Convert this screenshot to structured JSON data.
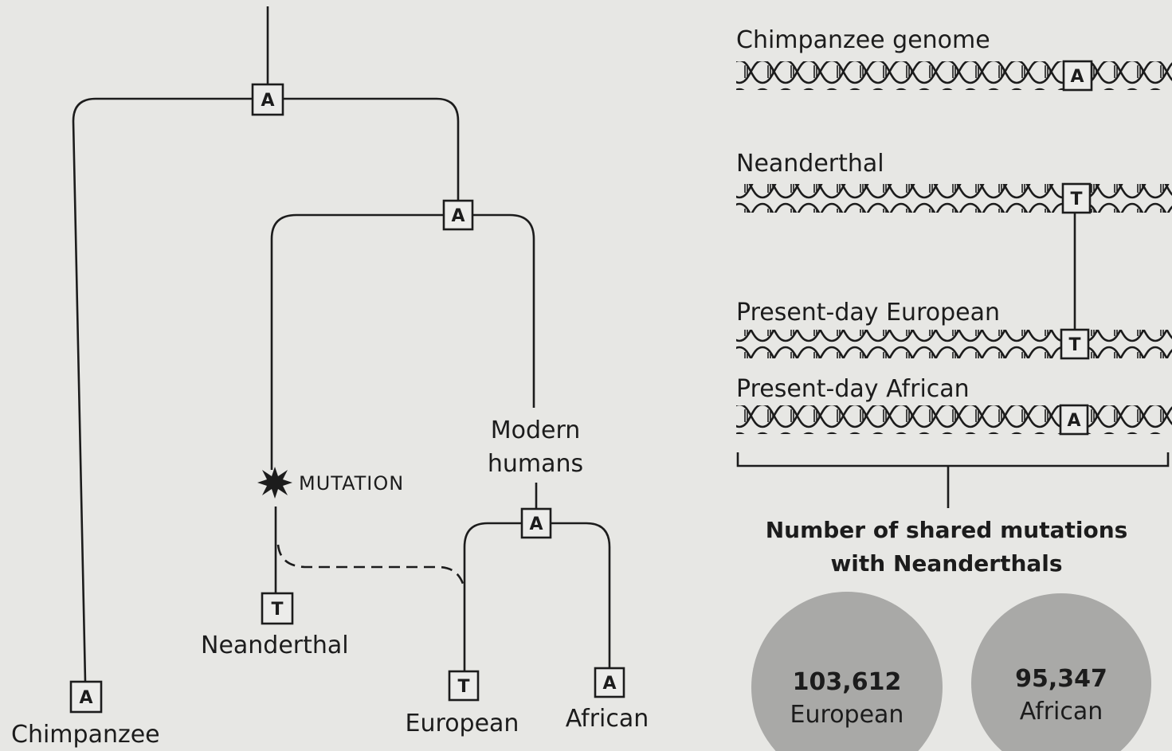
{
  "tree": {
    "labels": {
      "chimpanzee": "Chimpanzee",
      "neanderthal": "Neanderthal",
      "modern_line1": "Modern",
      "modern_line2": "humans",
      "european": "European",
      "african": "African",
      "mutation": "MUTATION"
    },
    "bases": {
      "root": "A",
      "human_neanderthal_ancestor": "A",
      "modern_humans": "A",
      "chimpanzee": "A",
      "neanderthal": "T",
      "european": "T",
      "african": "A"
    }
  },
  "genomes": [
    {
      "label": "Chimpanzee genome",
      "base": "A"
    },
    {
      "label": "Neanderthal",
      "base": "T"
    },
    {
      "label": "Present-day European",
      "base": "T"
    },
    {
      "label": "Present-day African",
      "base": "A"
    }
  ],
  "shared": {
    "caption_line1": "Number of shared mutations",
    "caption_line2": "with Neanderthals",
    "european_count": "103,612",
    "european_label": "European",
    "african_count": "95,347",
    "african_label": "African"
  },
  "colors": {
    "background": "#e7e7e4",
    "ink": "#1c1c1c",
    "circle": "#a9a9a7"
  }
}
